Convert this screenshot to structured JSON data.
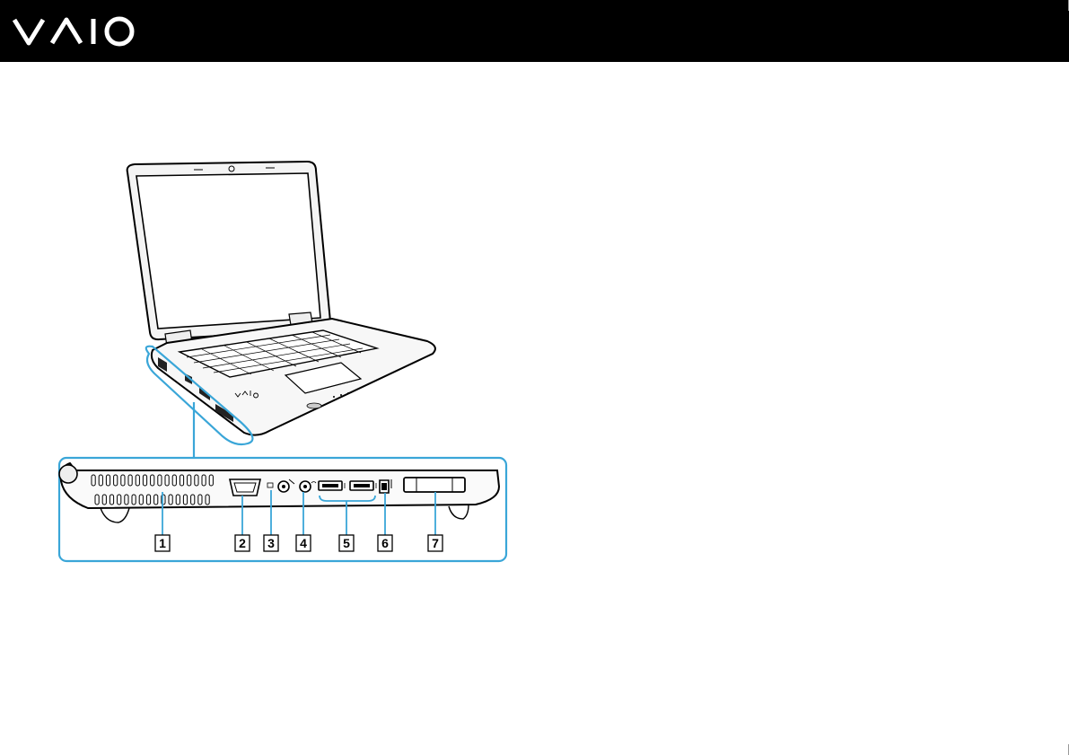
{
  "header": {
    "brand": "VAIO",
    "background": "#000000",
    "logo_color": "#ffffff"
  },
  "figure": {
    "subject": "laptop-left-side",
    "callout_color": "#3aa6d8",
    "callouts": [
      {
        "number": "1"
      },
      {
        "number": "2"
      },
      {
        "number": "3"
      },
      {
        "number": "4"
      },
      {
        "number": "5"
      },
      {
        "number": "6"
      },
      {
        "number": "7"
      }
    ]
  }
}
